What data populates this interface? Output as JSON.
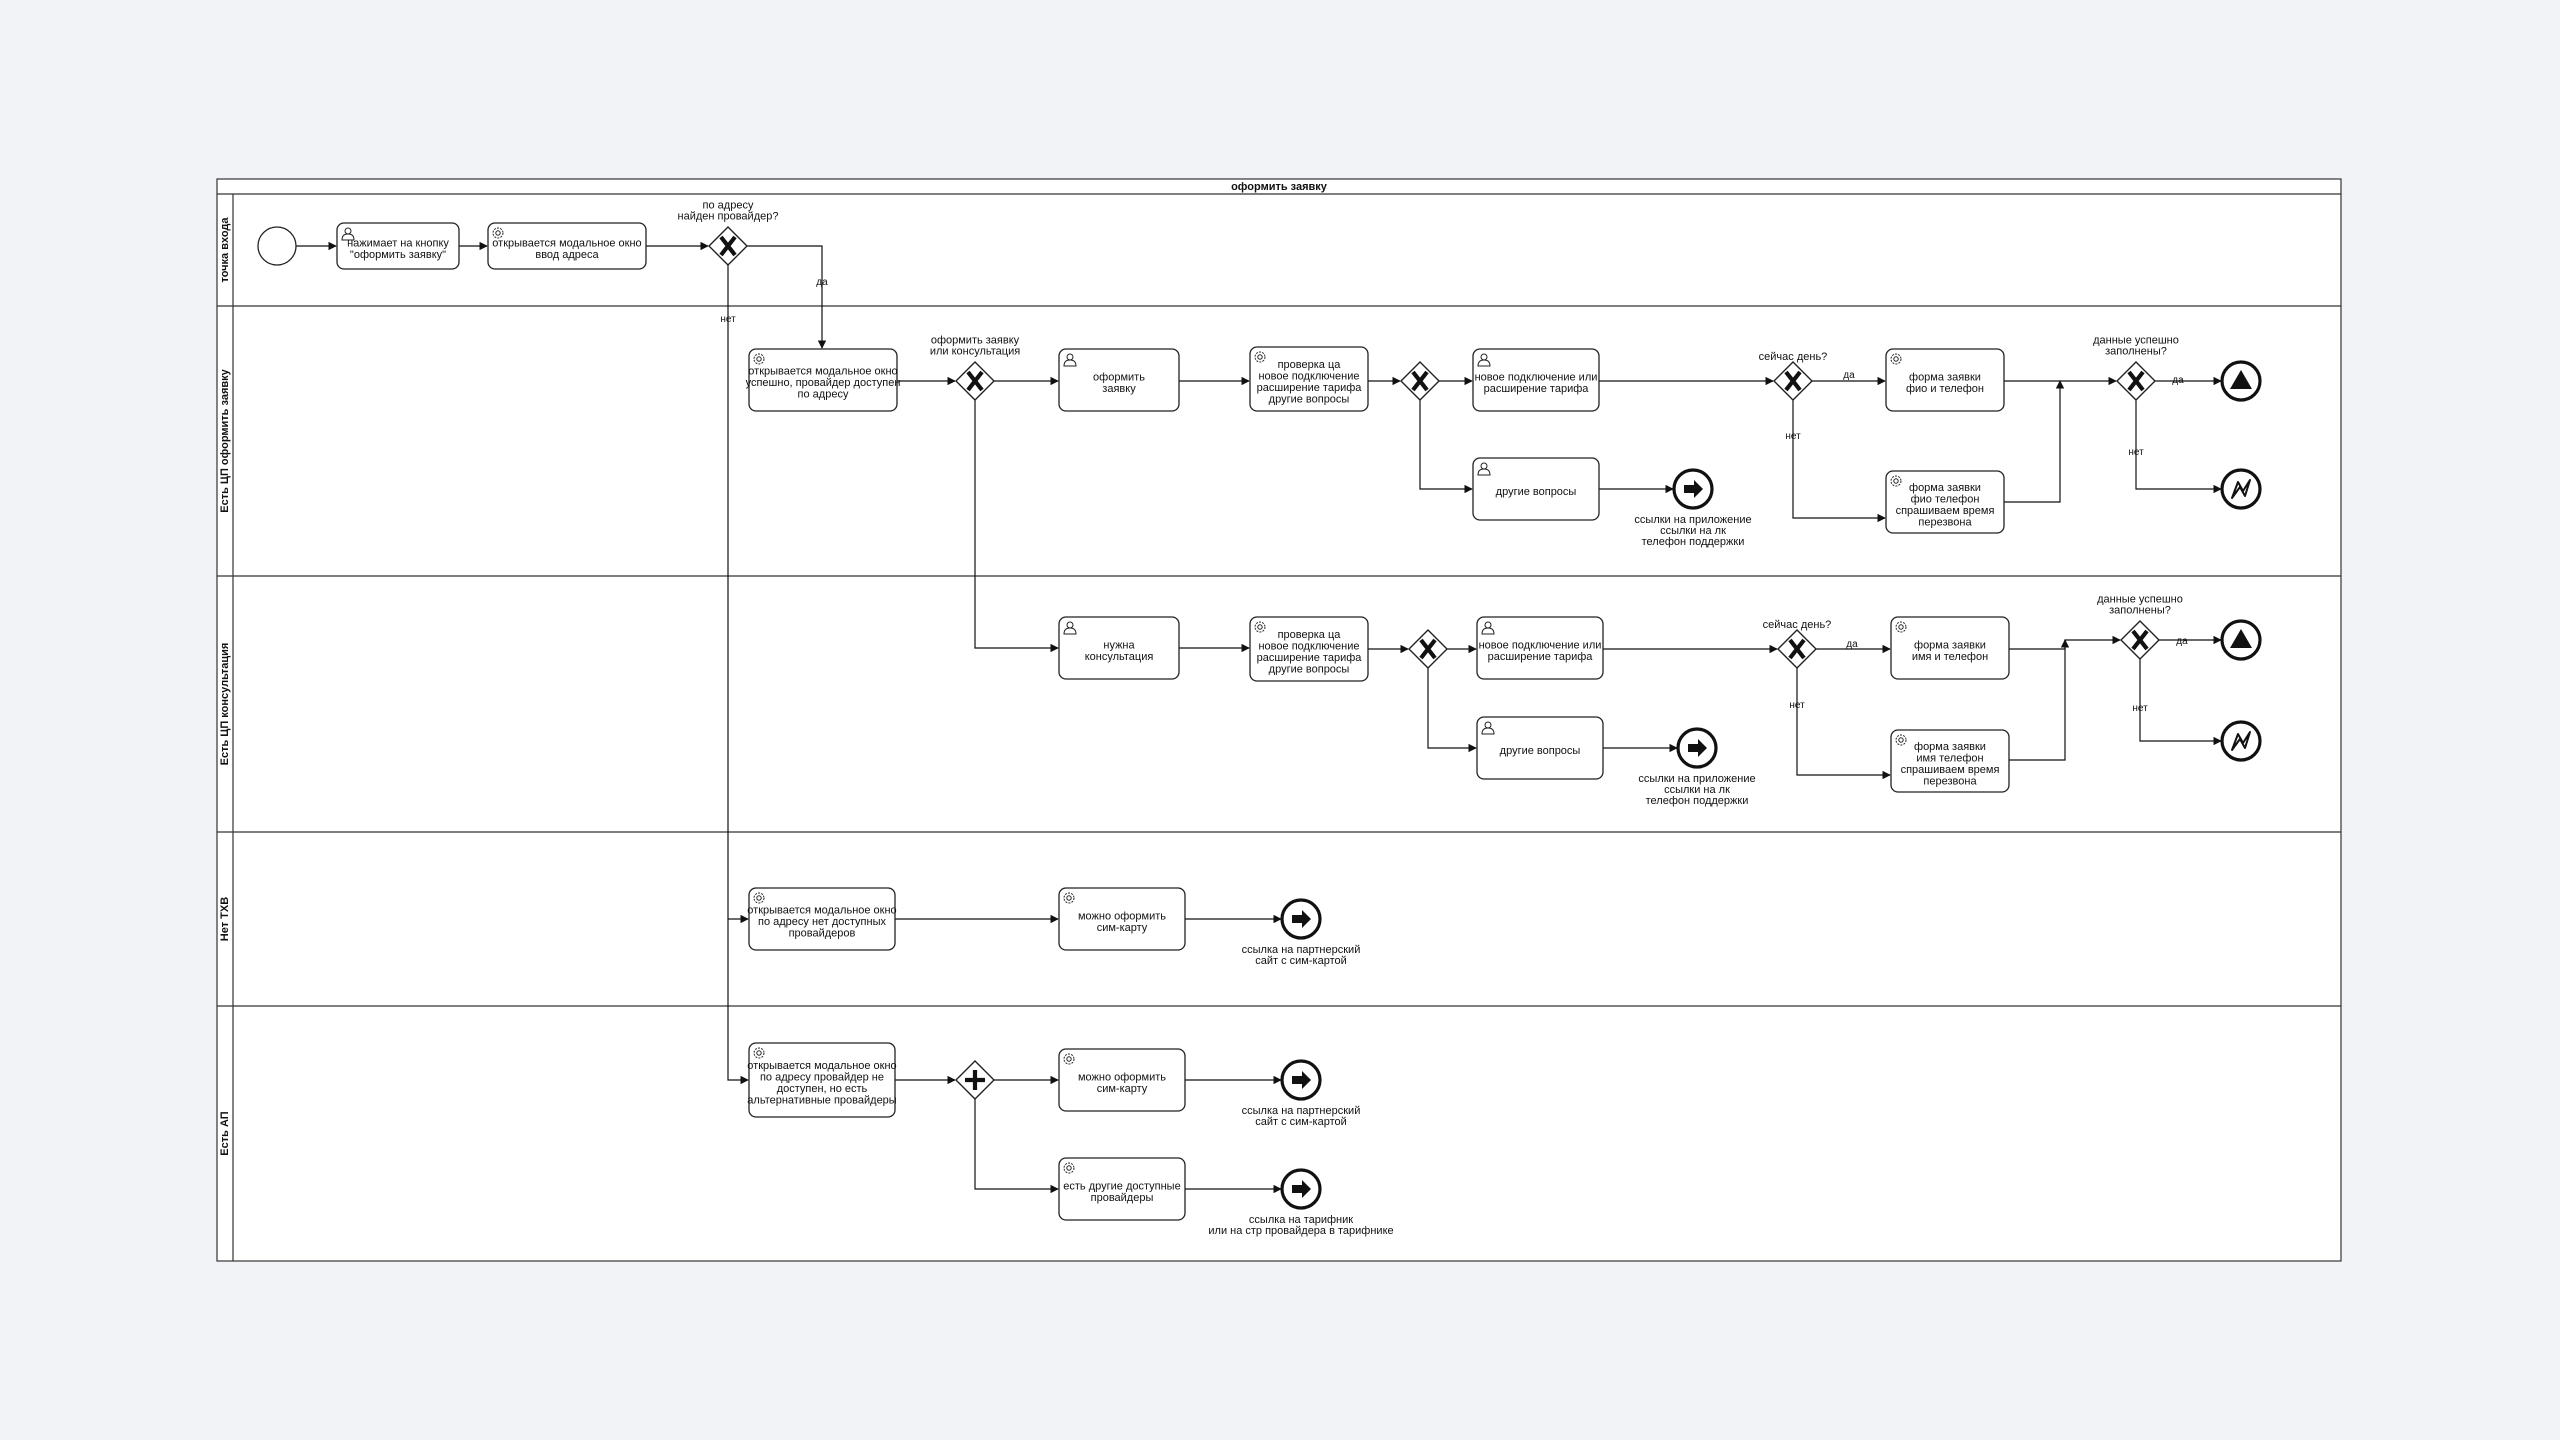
{
  "diagram": {
    "pool_title": "оформить заявку",
    "lanes": [
      {
        "id": "l1",
        "name": "точка входа"
      },
      {
        "id": "l2",
        "name": "Есть ЦП оформить заявку"
      },
      {
        "id": "l3",
        "name": "Есть ЦП консультация"
      },
      {
        "id": "l4",
        "name": "Нет ТХВ"
      },
      {
        "id": "l5",
        "name": "Есть АП"
      }
    ],
    "tasks": [
      {
        "id": "t1",
        "type": "user",
        "lines": [
          "нажимает на кнопку",
          "\"оформить заявку\""
        ]
      },
      {
        "id": "t2",
        "type": "service",
        "lines": [
          "открывается модальное окно",
          "ввод адреса"
        ]
      },
      {
        "id": "t3",
        "type": "service",
        "lines": [
          "открывается модальное окно",
          "успешно, провайдер доступен",
          "по адресу"
        ]
      },
      {
        "id": "t4",
        "type": "user",
        "lines": [
          "оформить",
          "заявку"
        ]
      },
      {
        "id": "t5",
        "type": "service",
        "lines": [
          "проверка ца",
          "новое подключение",
          "расширение тарифа",
          "другие вопросы"
        ]
      },
      {
        "id": "t6",
        "type": "user",
        "lines": [
          "новое подключение или",
          "расширение тарифа"
        ]
      },
      {
        "id": "t7",
        "type": "user",
        "lines": [
          "другие вопросы"
        ]
      },
      {
        "id": "t8",
        "type": "service",
        "lines": [
          "форма заявки",
          "фио и телефон"
        ]
      },
      {
        "id": "t9",
        "type": "service",
        "lines": [
          "форма заявки",
          "фио телефон",
          "спрашиваем время",
          "перезвона"
        ]
      },
      {
        "id": "t10",
        "type": "user",
        "lines": [
          "нужна",
          "консультация"
        ]
      },
      {
        "id": "t11",
        "type": "service",
        "lines": [
          "проверка ца",
          "новое подключение",
          "расширение тарифа",
          "другие вопросы"
        ]
      },
      {
        "id": "t12",
        "type": "user",
        "lines": [
          "новое подключение или",
          "расширение тарифа"
        ]
      },
      {
        "id": "t13",
        "type": "user",
        "lines": [
          "другие вопросы"
        ]
      },
      {
        "id": "t14",
        "type": "service",
        "lines": [
          "форма заявки",
          "имя и телефон"
        ]
      },
      {
        "id": "t15",
        "type": "service",
        "lines": [
          "форма заявки",
          "имя телефон",
          "спрашиваем время",
          "перезвона"
        ]
      },
      {
        "id": "t16",
        "type": "service",
        "lines": [
          "открывается модальное окно",
          "по адресу нет доступных",
          "провайдеров"
        ]
      },
      {
        "id": "t17",
        "type": "service",
        "lines": [
          "можно оформить",
          "сим-карту"
        ]
      },
      {
        "id": "t18",
        "type": "service",
        "lines": [
          "открывается модальное окно",
          "по адресу провайдер не",
          "доступен, но есть",
          "альтернативные провайдеры"
        ]
      },
      {
        "id": "t19",
        "type": "service",
        "lines": [
          "можно оформить",
          "сим-карту"
        ]
      },
      {
        "id": "t20",
        "type": "service",
        "lines": [
          "есть другие доступные",
          "провайдеры"
        ]
      }
    ],
    "gateways": [
      {
        "id": "g1",
        "kind": "exclusive",
        "label": [
          "по адресу",
          "найден провайдер?"
        ]
      },
      {
        "id": "g2",
        "kind": "exclusive",
        "label": [
          "оформить заявку",
          "или консультация"
        ]
      },
      {
        "id": "g3",
        "kind": "exclusive",
        "label": []
      },
      {
        "id": "g4",
        "kind": "exclusive",
        "label": [
          "сейчас день?"
        ]
      },
      {
        "id": "g5",
        "kind": "exclusive",
        "label": [
          "данные успешно",
          "заполнены?"
        ]
      },
      {
        "id": "g6",
        "kind": "exclusive",
        "label": []
      },
      {
        "id": "g7",
        "kind": "exclusive",
        "label": [
          "сейчас день?"
        ]
      },
      {
        "id": "g8",
        "kind": "exclusive",
        "label": [
          "данные успешно",
          "заполнены?"
        ]
      },
      {
        "id": "g9",
        "kind": "parallel",
        "label": []
      }
    ],
    "events": [
      {
        "id": "start",
        "kind": "start",
        "label": []
      },
      {
        "id": "e1",
        "kind": "link",
        "label": [
          "ссылки на приложение",
          "ссылки на лк",
          "телефон поддержки"
        ]
      },
      {
        "id": "e2",
        "kind": "signal",
        "label": []
      },
      {
        "id": "e3",
        "kind": "error",
        "label": []
      },
      {
        "id": "e4",
        "kind": "link",
        "label": [
          "ссылки на приложение",
          "ссылки на лк",
          "телефон поддержки"
        ]
      },
      {
        "id": "e5",
        "kind": "signal",
        "label": []
      },
      {
        "id": "e6",
        "kind": "error",
        "label": []
      },
      {
        "id": "e7",
        "kind": "link",
        "label": [
          "ссылка на партнерский",
          "сайт с сим-картой"
        ]
      },
      {
        "id": "e8",
        "kind": "link",
        "label": [
          "ссылка на партнерский",
          "сайт с сим-картой"
        ]
      },
      {
        "id": "e9",
        "kind": "link",
        "label": [
          "ссылка на тарифник",
          "или на стр провайдера в тарифнике"
        ]
      }
    ],
    "flow_labels": {
      "yes": "да",
      "no": "нет"
    }
  }
}
